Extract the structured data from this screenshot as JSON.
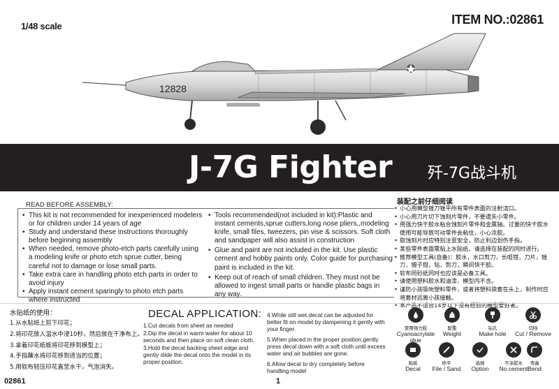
{
  "header": {
    "scale": "1/48 scale",
    "item_no": "ITEM NO.:02861"
  },
  "aircraft": {
    "tail_number": "12828"
  },
  "banner": {
    "title": "J-7G Fighter",
    "title_cn": "歼-7G战斗机"
  },
  "warnings": {
    "heading": "READ BEFORE ASSEMBLY:",
    "col1": [
      "This kit is not recommended for inexperienced modelers or for children under 14 years of age",
      "Study and understand these instructions thoroughly before beginning assembly",
      "When needed, remove photo-etch parts carefully using a modeling knife or photo etch sprue cutter, being careful not to damage or lose small parts.",
      "Take extra care in handling photo etch parts in order to avoid injury",
      "Apply instant cement sparingly to photo etch parts where instructed"
    ],
    "col2": [
      "Tools recommended(not included in kit):Plastic and instant cements,sprue cutters,long nose pliers,,modeling knife, small files, tweezers, pin vise & scissors. Soft cloth and sandpaper will also assist in construction",
      "Glue and paint are not included in the kit. Use plastic cement and hobby paints only. Color guide for purchasing paint is included in the kit.",
      "Keep out of reach of small children. They must not be allowed to ingest small parts or handle plastic bags in any way."
    ],
    "cn_heading": "装配之前仔细阅读",
    "cn": [
      "小心用模型锉刀锉平所有零件表面的注射浇口。",
      "小心用刀片切下蚀刻片零件，不要遗失小零件。",
      "用强力快干胶水粘合蚀刻片零件和金属轴。过量的快干胶水使用可能导致可动零件会粘住，小心涂胶。",
      "取蚀刻片时应特别注意安全，防止利边划伤手指。",
      "某些零件表面需贴上水贴纸，请选择在装配的同时进行。",
      "推荐模型工具(自备)：胶水，水口剪刀，长咀钳，刀片，锉刀，镊子钳，钻，剪刀，瞬间快干胶。",
      "软布同砂纸同时也应该是必备工具。",
      "请使用塑料胶水和油漆，模型内不含。",
      "谨防小孩吸吮塑料零件，或者将塑料袋套在头上，制作时应将套材远离小孩接触。",
      "本产品不适合14岁以下没有经验的模型爱好者。"
    ]
  },
  "decal_cn": {
    "title": "水贴纸的使用：",
    "steps": [
      "1.从水贴纸上剪下印花；",
      "2.将印花放入温水中浸10秒，然后放在干净布上。",
      "3.拿着印花纸板将印花移到模型上；",
      "4.手指蘸水将印花移到适当的位置；",
      "5.用软布轻压印花直至水干，气泡消失。"
    ]
  },
  "decal": {
    "title": "DECAL APPLICATION:",
    "steps_left": [
      "1.Cut decals from sheet as needed",
      "2.Dip the decal in warm water for about 10 seconds and then place on soft clean cloth.",
      "3.Hold the decal backing sheet edge and gently slide the decal onto the model in its proper position."
    ],
    "steps_right": [
      "4.While still wet,decal can be adjusted for better fit on model by dampening it gently with your finger.",
      "5.When placed in the proper position,gently press decal down with a soft cloth until excess water and air bubbles are gone.",
      "6.Allow decal to dry completely before handling model"
    ]
  },
  "legend": [
    {
      "icon": "glue-icon",
      "cn": "使用强力胶",
      "en": "Cyanoacrylate glue"
    },
    {
      "icon": "weight-icon",
      "cn": "配重",
      "en": "Weight"
    },
    {
      "icon": "drill-icon",
      "cn": "钻孔",
      "en": "Make hole"
    },
    {
      "icon": "cut-icon",
      "cn": "切除",
      "en": "Cut / Remove"
    },
    {
      "icon": "decal-icon",
      "cn": "贴纸",
      "en": "Decal"
    },
    {
      "icon": "file-icon",
      "cn": "修平",
      "en": "File / Sand"
    },
    {
      "icon": "option-icon",
      "cn": "选择",
      "en": "Option"
    },
    {
      "icon": "no-cement-icon",
      "cn": "不涂胶水",
      "en": "No cement"
    },
    {
      "icon": "bend-icon",
      "cn": "弯曲",
      "en": "Bend"
    }
  ],
  "footer": {
    "item": "02861",
    "page": "1"
  }
}
